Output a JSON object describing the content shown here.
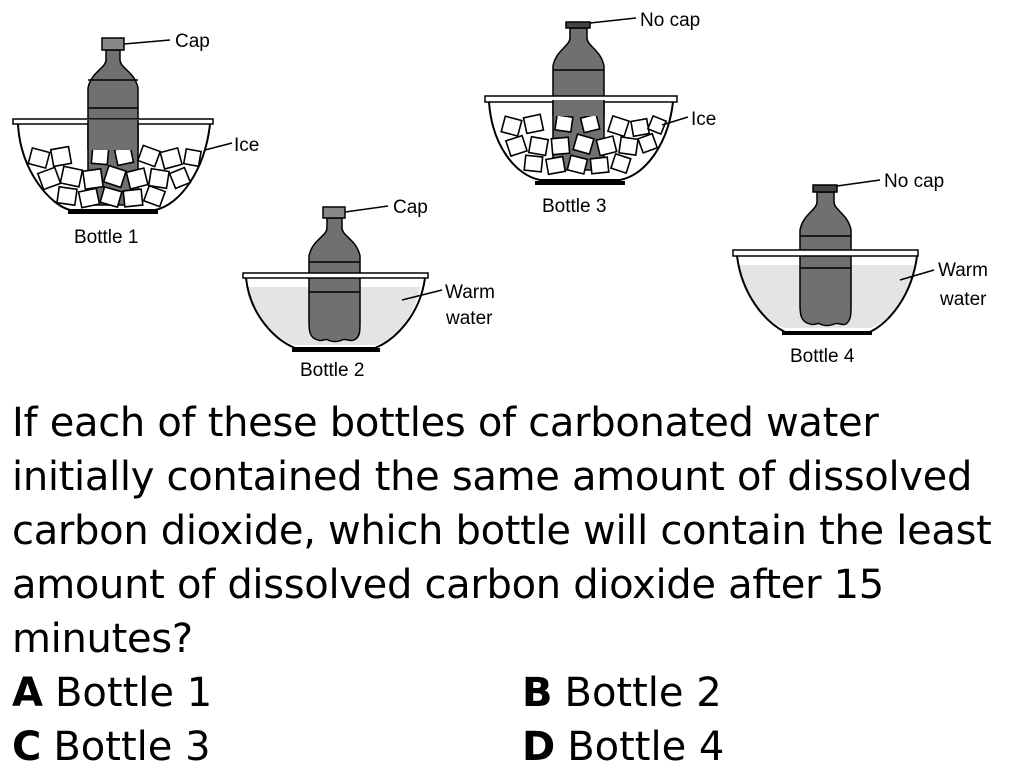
{
  "labels": {
    "cap_1": "Cap",
    "ice_1": "Ice",
    "name_1": "Bottle 1",
    "cap_2": "Cap",
    "warm_2_line1": "Warm",
    "warm_2_line2": "water",
    "name_2": "Bottle 2",
    "cap_3": "No cap",
    "ice_3": "Ice",
    "name_3": "Bottle 3",
    "cap_4": "No cap",
    "warm_4_line1": "Warm",
    "warm_4_line2": "water",
    "name_4": "Bottle 4"
  },
  "question": "If each of these bottles of carbonated water initially contained the same amount of dissolved carbon dioxide, which bottle will contain the least amount of dissolved carbon dioxide after 15 minutes?",
  "choices": [
    {
      "letter": "A",
      "text": "Bottle 1"
    },
    {
      "letter": "B",
      "text": "Bottle 2"
    },
    {
      "letter": "C",
      "text": "Bottle 3"
    },
    {
      "letter": "D",
      "text": "Bottle 4"
    }
  ],
  "colors": {
    "bottle": "#707070",
    "warm_water": "#e4e4e4",
    "outline": "#000000"
  }
}
